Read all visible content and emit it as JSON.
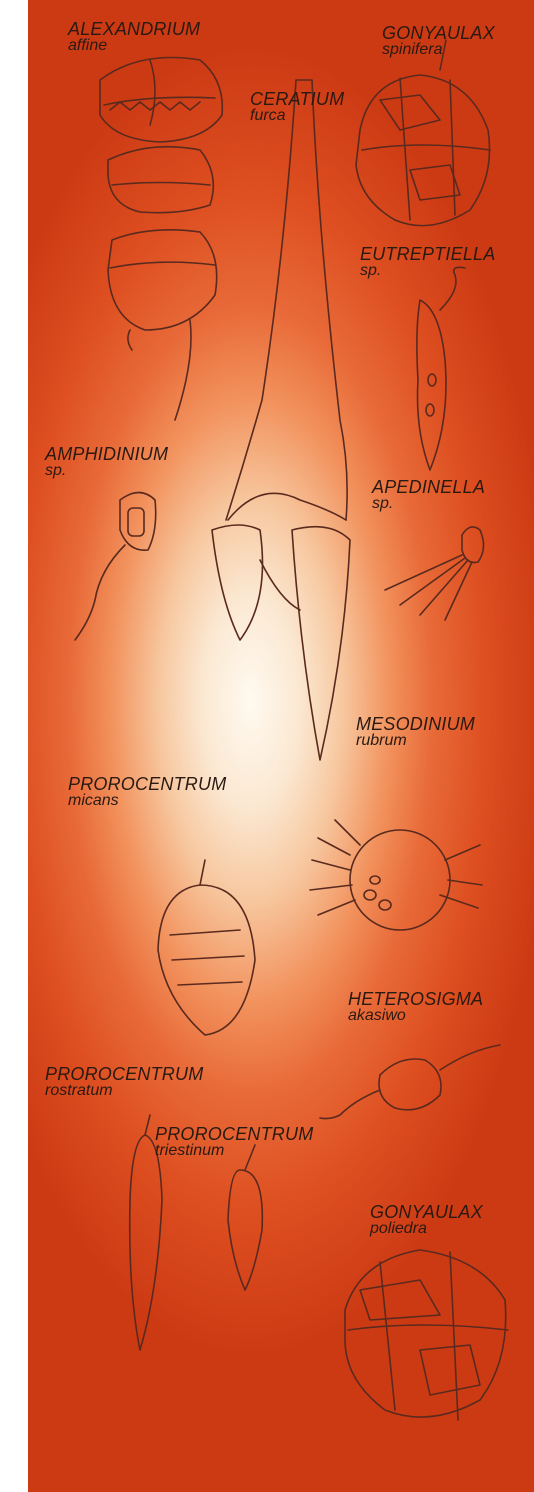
{
  "labels": [
    {
      "id": "alexandrium",
      "genus": "ALEXANDRIUM",
      "species": "affine"
    },
    {
      "id": "gonyaulax-spinifera",
      "genus": "GONYAULAX",
      "species": "spinifera"
    },
    {
      "id": "ceratium",
      "genus": "CERATIUM",
      "species": "furca"
    },
    {
      "id": "eutreptiella",
      "genus": "EUTREPTIELLA",
      "species": "sp."
    },
    {
      "id": "amphidinium",
      "genus": "AMPHIDINIUM",
      "species": "sp."
    },
    {
      "id": "apedinella",
      "genus": "APEDINELLA",
      "species": "sp."
    },
    {
      "id": "mesodinium",
      "genus": "MESODINIUM",
      "species": "rubrum"
    },
    {
      "id": "prorocentrum-micans",
      "genus": "PROROCENTRUM",
      "species": "micans"
    },
    {
      "id": "heterosigma",
      "genus": "HETEROSIGMA",
      "species": "akasiwo"
    },
    {
      "id": "prorocentrum-rostratum",
      "genus": "PROROCENTRUM",
      "species": "rostratum"
    },
    {
      "id": "prorocentrum-triestinum",
      "genus": "PROROCENTRUM",
      "species": "triestinum"
    },
    {
      "id": "gonyaulax-poliedra",
      "genus": "GONYAULAX",
      "species": "poliedra"
    }
  ],
  "colors": {
    "ink": "#2a1a12",
    "pencil": "#5a2a1e",
    "orange": "#e86a38",
    "red_edge": "#cc3a14",
    "cream": "#fffaf0"
  }
}
